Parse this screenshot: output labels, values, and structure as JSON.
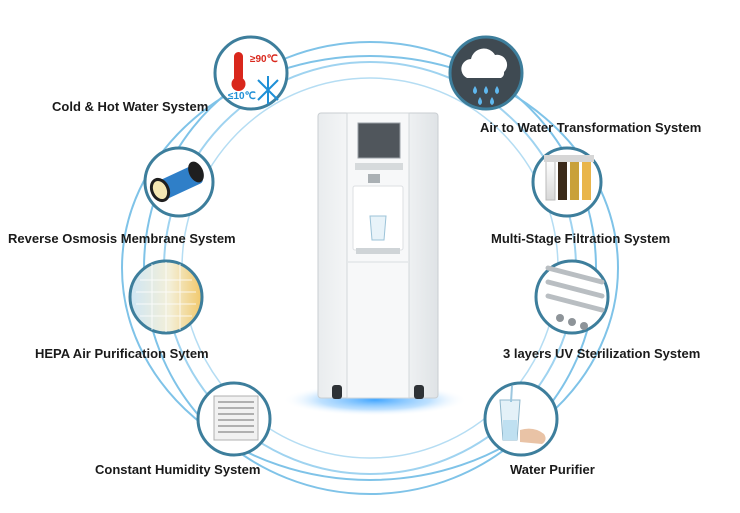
{
  "features": {
    "cold_hot": {
      "label": "Cold & Hot Water System",
      "hot_temp": "≥90℃",
      "cold_temp": "≤10℃"
    },
    "air_to_water": {
      "label": "Air to Water Transformation System"
    },
    "reverse_osmosis": {
      "label": "Reverse Osmosis Membrane System"
    },
    "multi_stage": {
      "label": "Multi-Stage Filtration System"
    },
    "hepa": {
      "label": "HEPA Air Purification Sytem"
    },
    "uv": {
      "label": "3 layers UV Sterilization System"
    },
    "humidity": {
      "label": "Constant Humidity System"
    },
    "purifier": {
      "label": "Water Purifier"
    }
  },
  "colors": {
    "ring": "#7fc3e8",
    "circle_border": "#3d7e9c",
    "hot": "#d9271c",
    "cold": "#1e8fd6",
    "glow": "#3aa2ff"
  },
  "icons": [
    "thermometer-icon",
    "snowflake-icon",
    "cloud-icon",
    "raindrop-icon"
  ]
}
